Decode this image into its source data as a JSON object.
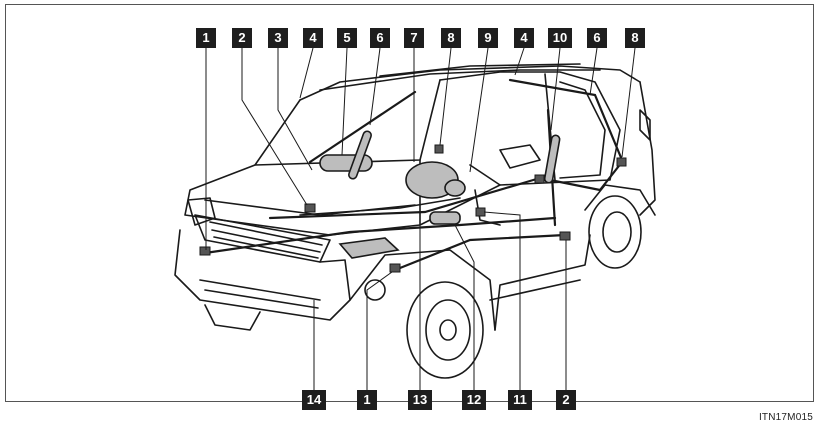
{
  "figure_code": "ITN17M015",
  "top_callouts": [
    "1",
    "2",
    "3",
    "4",
    "5",
    "6",
    "7",
    "8",
    "9",
    "4",
    "10",
    "6",
    "8"
  ],
  "bottom_callouts": [
    "14",
    "1",
    "13",
    "12",
    "11",
    "2"
  ],
  "colors": {
    "callout_bg": "#1e1e1e",
    "callout_text": "#ffffff",
    "frame": "#555555",
    "line": "#1a1a1a",
    "airbag_fill": "#bdbdbd"
  }
}
